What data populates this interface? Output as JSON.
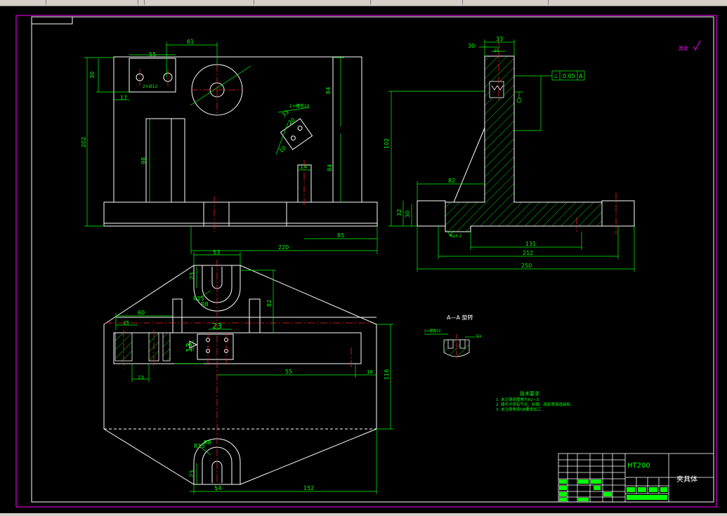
{
  "app": {
    "name": "AutoCAD drawing viewer"
  },
  "colors": {
    "background": "#000000",
    "outline": "#ffffff",
    "dimension": "#00ff00",
    "centerline": "#ff2020",
    "border": "#ff00ff",
    "hatch": "#00ff00",
    "note": "#ff00ff"
  },
  "front_view": {
    "dims": {
      "d61": "61",
      "d55": "55",
      "d30": "30",
      "d17": "17",
      "d202": "202",
      "hole_note": "2×Ø12",
      "d84a": "84",
      "d98": "98",
      "d84b": "84",
      "slot_note": "2×槽宽10",
      "d33": "33",
      "d20": "20",
      "d10": "10",
      "d14": "14",
      "d220": "220",
      "d85": "85"
    }
  },
  "side_view": {
    "dims": {
      "d33": "33",
      "d30": "30",
      "d25": "25",
      "d102": "102",
      "d82": "82",
      "d32": "32",
      "d30b": "30",
      "d131": "131",
      "d212": "212",
      "d250": "250",
      "ra": "Ra3.2"
    },
    "tolerance": {
      "symbol": "⊥",
      "value": "0.05",
      "datum": "A"
    },
    "roughness_note": "其余"
  },
  "top_view": {
    "dims": {
      "d53": "53",
      "d23a": "23",
      "r15a": "R15",
      "r8a": "R8",
      "d82": "82",
      "d60": "60",
      "d35": "35",
      "d23b": "23",
      "d13": "13",
      "d23c": "23",
      "d55": "55",
      "d18": "18",
      "d116": "116",
      "r15b": "R15",
      "r8b": "R8",
      "d23d": "23",
      "d54": "54",
      "d152": "152"
    }
  },
  "section": {
    "title": "A—A  旋转",
    "note": "2×槽宽10",
    "note2": "深4"
  },
  "tech_requirements": {
    "title": "技术要求",
    "items": [
      "1. 未注铸造圆角为R2~3;",
      "2. 铸件不得有气孔、砂眼、疏松等铸造缺陷;",
      "3. 未注倒角按GB要求加工."
    ]
  },
  "title_block": {
    "material": "HT200",
    "part_name": "夹具体"
  }
}
